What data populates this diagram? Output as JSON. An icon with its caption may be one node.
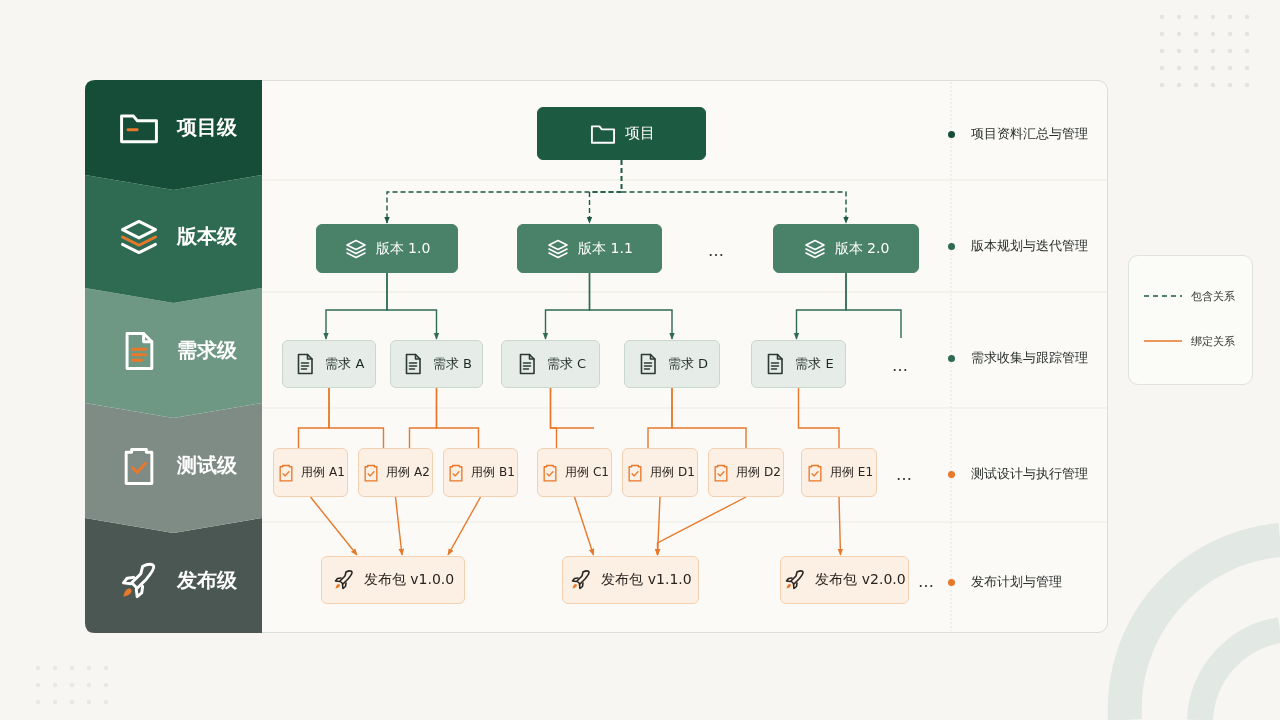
{
  "diagram": {
    "nodes": [
      {
        "text": [
          "项目级"
        ]
      },
      {
        "text": [
          "版本级"
        ]
      },
      {
        "text": [
          "需求级"
        ]
      },
      {
        "text": [
          "测试级"
        ]
      },
      {
        "text": [
          "发布级"
        ]
      },
      {
        "text": [
          "项目"
        ]
      },
      {
        "text": [
          "版本 1.0"
        ]
      },
      {
        "text": [
          "版本 1.1"
        ]
      },
      {
        "text": [
          "版本 2.0"
        ]
      },
      {
        "text": [
          "需求 A"
        ]
      },
      {
        "text": [
          "需求 B"
        ]
      },
      {
        "text": [
          "需求 C"
        ]
      },
      {
        "text": [
          "需求 D"
        ]
      },
      {
        "text": [
          "需求 E"
        ]
      },
      {
        "text": [
          "用例 A1"
        ]
      },
      {
        "text": [
          "用例 A2"
        ]
      },
      {
        "text": [
          "用例 B1"
        ]
      },
      {
        "text": [
          "用例 C1"
        ]
      },
      {
        "text": [
          "用例 D1"
        ]
      },
      {
        "text": [
          "用例 D2"
        ]
      },
      {
        "text": [
          "用例 E1"
        ]
      },
      {
        "text": [
          "发布包 v1.0.0"
        ]
      },
      {
        "text": [
          "发布包 v1.1.0"
        ]
      },
      {
        "text": [
          "发布包 v2.0.0"
        ]
      }
    ],
    "edges": [
      {
        "from": 5,
        "to": 6,
        "arrow": "to",
        "style": "dashed",
        "color": "#1d5a42"
      },
      {
        "from": 5,
        "to": 7,
        "arrow": "to",
        "style": "dashed",
        "color": "#1d5a42"
      },
      {
        "from": 5,
        "to": 8,
        "arrow": "to",
        "style": "dashed",
        "color": "#1d5a42"
      },
      {
        "from": 6,
        "to": 9,
        "arrow": "to",
        "color": "#2f6b52"
      },
      {
        "from": 6,
        "to": 10,
        "arrow": "to",
        "color": "#2f6b52"
      },
      {
        "from": 7,
        "to": 11,
        "arrow": "to",
        "color": "#2f6b52"
      },
      {
        "from": 7,
        "to": 12,
        "arrow": "to",
        "color": "#2f6b52"
      },
      {
        "from": 8,
        "to": 13,
        "arrow": "to",
        "color": "#2f6b52"
      },
      {
        "from": 8,
        "to": null,
        "arrow": "none",
        "color": "#2f6b52"
      },
      {
        "from": 9,
        "to": 14,
        "arrow": "none"
      },
      {
        "from": 9,
        "to": 15,
        "arrow": "none"
      },
      {
        "from": 10,
        "to": 15,
        "arrow": "none"
      },
      {
        "from": 10,
        "to": 16,
        "arrow": "none"
      },
      {
        "from": 11,
        "to": 17,
        "arrow": "none"
      },
      {
        "from": 11,
        "to": null,
        "arrow": "none"
      },
      {
        "from": 12,
        "to": 18,
        "arrow": "none"
      },
      {
        "from": 12,
        "to": 19,
        "arrow": "none"
      },
      {
        "from": 13,
        "to": 20,
        "arrow": "none"
      },
      {
        "from": 14,
        "to": 21,
        "arrow": "to"
      },
      {
        "from": 15,
        "to": 21,
        "arrow": "to"
      },
      {
        "from": 16,
        "to": 21,
        "arrow": "to"
      },
      {
        "from": 17,
        "to": 22,
        "arrow": "to"
      },
      {
        "from": 18,
        "to": 22,
        "arrow": "to"
      },
      {
        "from": 19,
        "to": 22,
        "arrow": "to"
      },
      {
        "from": 20,
        "to": 23,
        "arrow": "to"
      }
    ],
    "labels": [
      "…",
      "…",
      "…",
      "…",
      "项目资料汇总与管理",
      "版本规划与迭代管理",
      "需求收集与跟踪管理",
      "测试设计与执行管理",
      "发布计划与管理"
    ],
    "legend": [
      {
        "text": "包含关系"
      },
      {
        "text": "绑定关系"
      }
    ]
  }
}
